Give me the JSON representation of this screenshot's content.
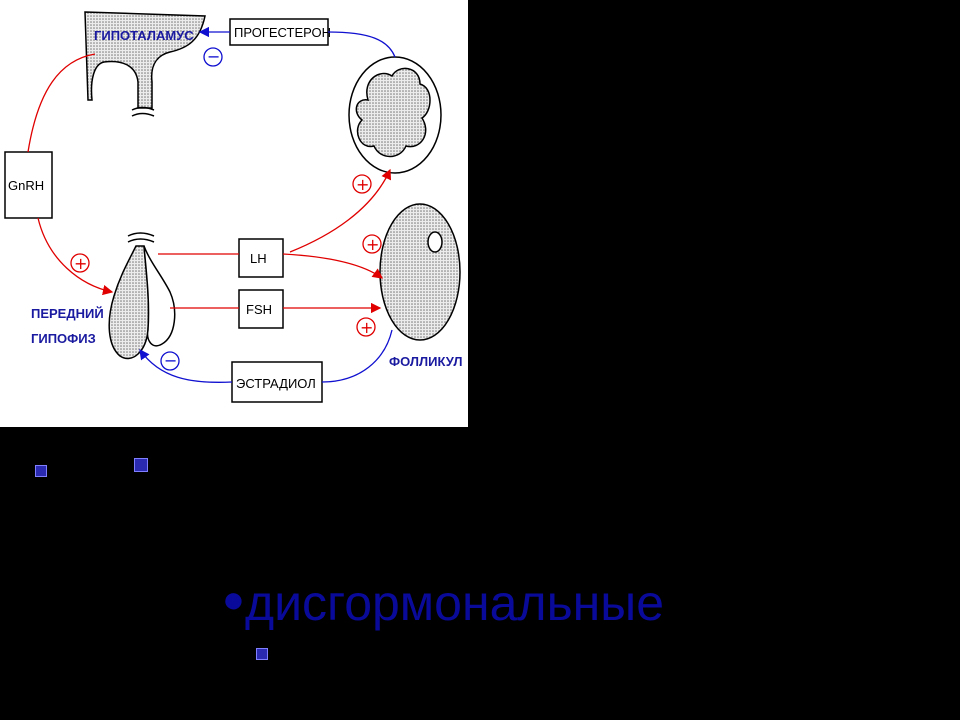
{
  "diagram": {
    "hypothalamus": "ГИПОТАЛАМУС",
    "progesterone": "ПРОГЕСТЕРОН",
    "gnrh": "GnRH",
    "lh": "LH",
    "fsh": "FSH",
    "estradiol": "ЭСТРАДИОЛ",
    "pituitary_line1": "ПЕРЕДНИЙ",
    "pituitary_line2": "ГИПОФИЗ",
    "follicle": "ФОЛЛИКУЛ",
    "plus": "+",
    "minus": "−",
    "colors": {
      "stimulation": "#e00000",
      "inhibition": "#1010d0",
      "tissue": "#c0c0c0"
    }
  },
  "slide": {
    "bullet_text": "дисгормональные",
    "bullet_color": "#0a0a9a"
  }
}
